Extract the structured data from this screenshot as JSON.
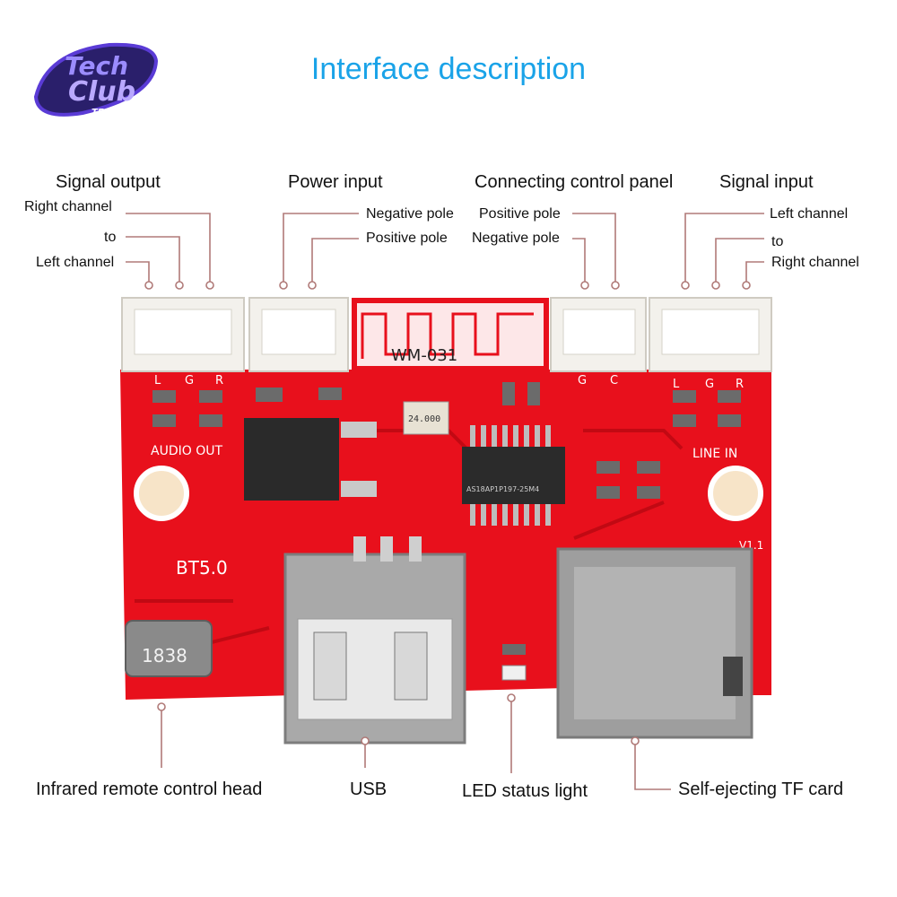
{
  "title": "Interface description",
  "logo": {
    "line1": "Tech",
    "line2": "Club",
    "small": "TECH CLUB"
  },
  "top_labels": {
    "signal_output": {
      "heading": "Signal output",
      "right_channel": "Right channel",
      "to": "to",
      "left_channel": "Left channel"
    },
    "power_input": {
      "heading": "Power input",
      "negative_pole": "Negative pole",
      "positive_pole": "Positive pole"
    },
    "control_panel": {
      "heading": "Connecting control panel",
      "positive_pole": "Positive pole",
      "negative_pole": "Negative pole"
    },
    "signal_input": {
      "heading": "Signal input",
      "left_channel": "Left channel",
      "to": "to",
      "right_channel": "Right channel"
    }
  },
  "bottom_labels": {
    "ir": "Infrared remote control head",
    "usb": "USB",
    "led": "LED status light",
    "tf": "Self-ejecting TF card"
  },
  "board_text": {
    "module": "WM-031",
    "bt": "BT5.0",
    "audio_out": "AUDIO OUT",
    "line_in": "LINE IN",
    "ir_part": "1838",
    "crystal": "24.000",
    "chip": "AS18AP1P197-25M4",
    "out_l": "L",
    "out_g": "G",
    "out_r": "R",
    "in_l": "L",
    "in_g": "G",
    "in_r": "R",
    "ctl_g": "G",
    "ctl_c": "C",
    "version": "V1.1"
  },
  "colors": {
    "accent": "#1aa3e8",
    "board": "#e8101c",
    "leader": "#b07a78"
  }
}
